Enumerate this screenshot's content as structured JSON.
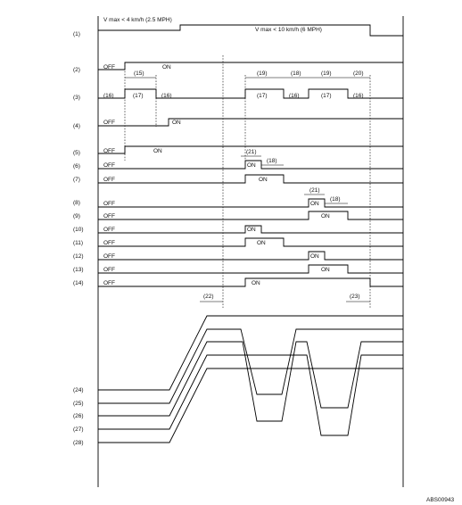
{
  "row_labels": [
    "(1)",
    "(2)",
    "(3)",
    "(4)",
    "(5)",
    "(6)",
    "(7)",
    "(8)",
    "(9)",
    "(10)",
    "(11)",
    "(12)",
    "(13)",
    "(14)"
  ],
  "bottom_labels": [
    "(24)",
    "(25)",
    "(26)",
    "(27)",
    "(28)"
  ],
  "speed_low": "V max < 4 km/h (2.5 MPH)",
  "speed_high": "V max < 10 km/h (6 MPH)",
  "off": "OFF",
  "on": "ON",
  "state_16": "(16)",
  "state_17": "(17)",
  "interval_15": "(15)",
  "interval_18": "(18)",
  "interval_19": "(19)",
  "interval_20": "(20)",
  "interval_21": "(21)",
  "marker_22": "(22)",
  "marker_23": "(23)",
  "figure_code": "ABS00943"
}
